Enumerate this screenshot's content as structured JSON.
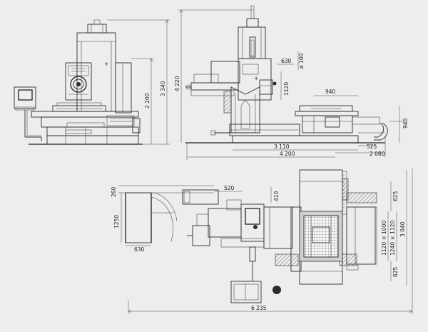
{
  "dimensions": {
    "left_view": {
      "overall_height": "3 340",
      "column_height": "2 200"
    },
    "right_view": {
      "overall_height": "4 220",
      "offset_630": "630",
      "diameter_100": "ø 100",
      "head_height": "1120",
      "table_offset": "940",
      "table_height": "940",
      "base_length": "3 110",
      "overhang": "525",
      "overall_length": "4 200",
      "table_length": "2 080"
    },
    "plan_view": {
      "cabinet_depth": "260",
      "cabinet_width": "520",
      "cabinet_gap": "410",
      "door_height": "1250",
      "door_width": "630",
      "travel_top": "625",
      "table_size_a": "1120 × 1000",
      "table_size_b": "1240 × 1120",
      "travel_bottom": "625",
      "overall_depth": "3 040",
      "overall_length": "6 235"
    }
  }
}
